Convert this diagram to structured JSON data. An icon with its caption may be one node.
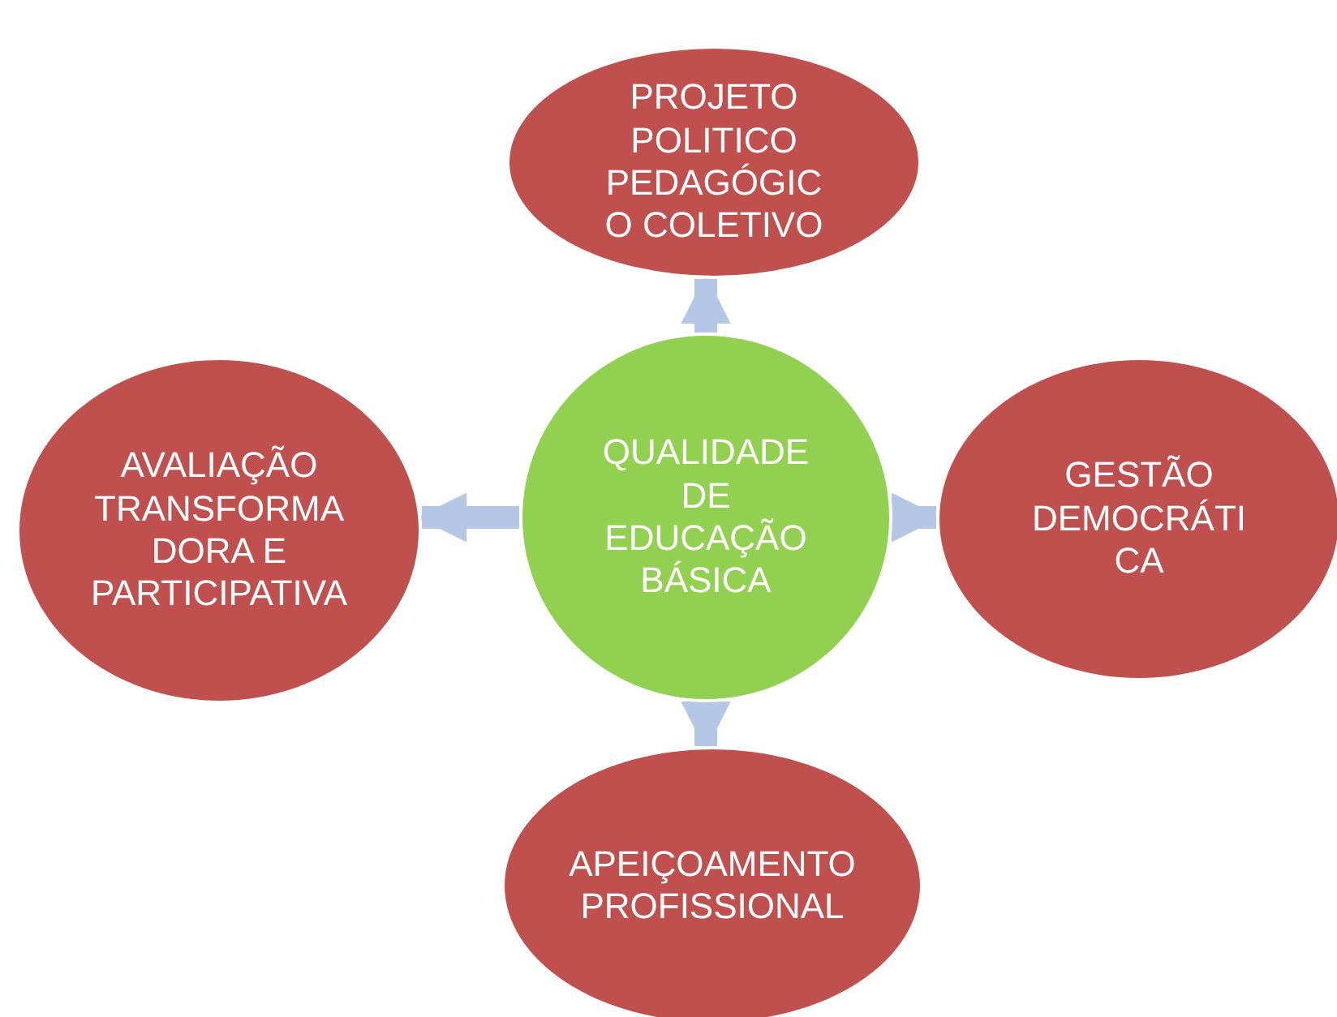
{
  "diagram": {
    "nodes": [
      {
        "text": [
          "QUALIDADE DE EDUCAÇÃO BÁSICA"
        ]
      },
      {
        "text": [
          "PROJETO POLITICO PEDAGÓGICO COLETIVO"
        ]
      },
      {
        "text": [
          "AVALIAÇÃO TRANSFORMADORA E PARTICIPATIVA"
        ]
      },
      {
        "text": [
          "GESTÃO DEMOCRÁTICA"
        ]
      },
      {
        "text": [
          "APEIÇOAMENTO PROFISSIONAL"
        ]
      }
    ],
    "edges": [
      {
        "from": 0,
        "to": 1,
        "arrow": "to"
      },
      {
        "from": 0,
        "to": 2,
        "arrow": "to"
      },
      {
        "from": 0,
        "to": 3,
        "arrow": "to"
      },
      {
        "from": 0,
        "to": 4,
        "arrow": "to"
      }
    ]
  }
}
